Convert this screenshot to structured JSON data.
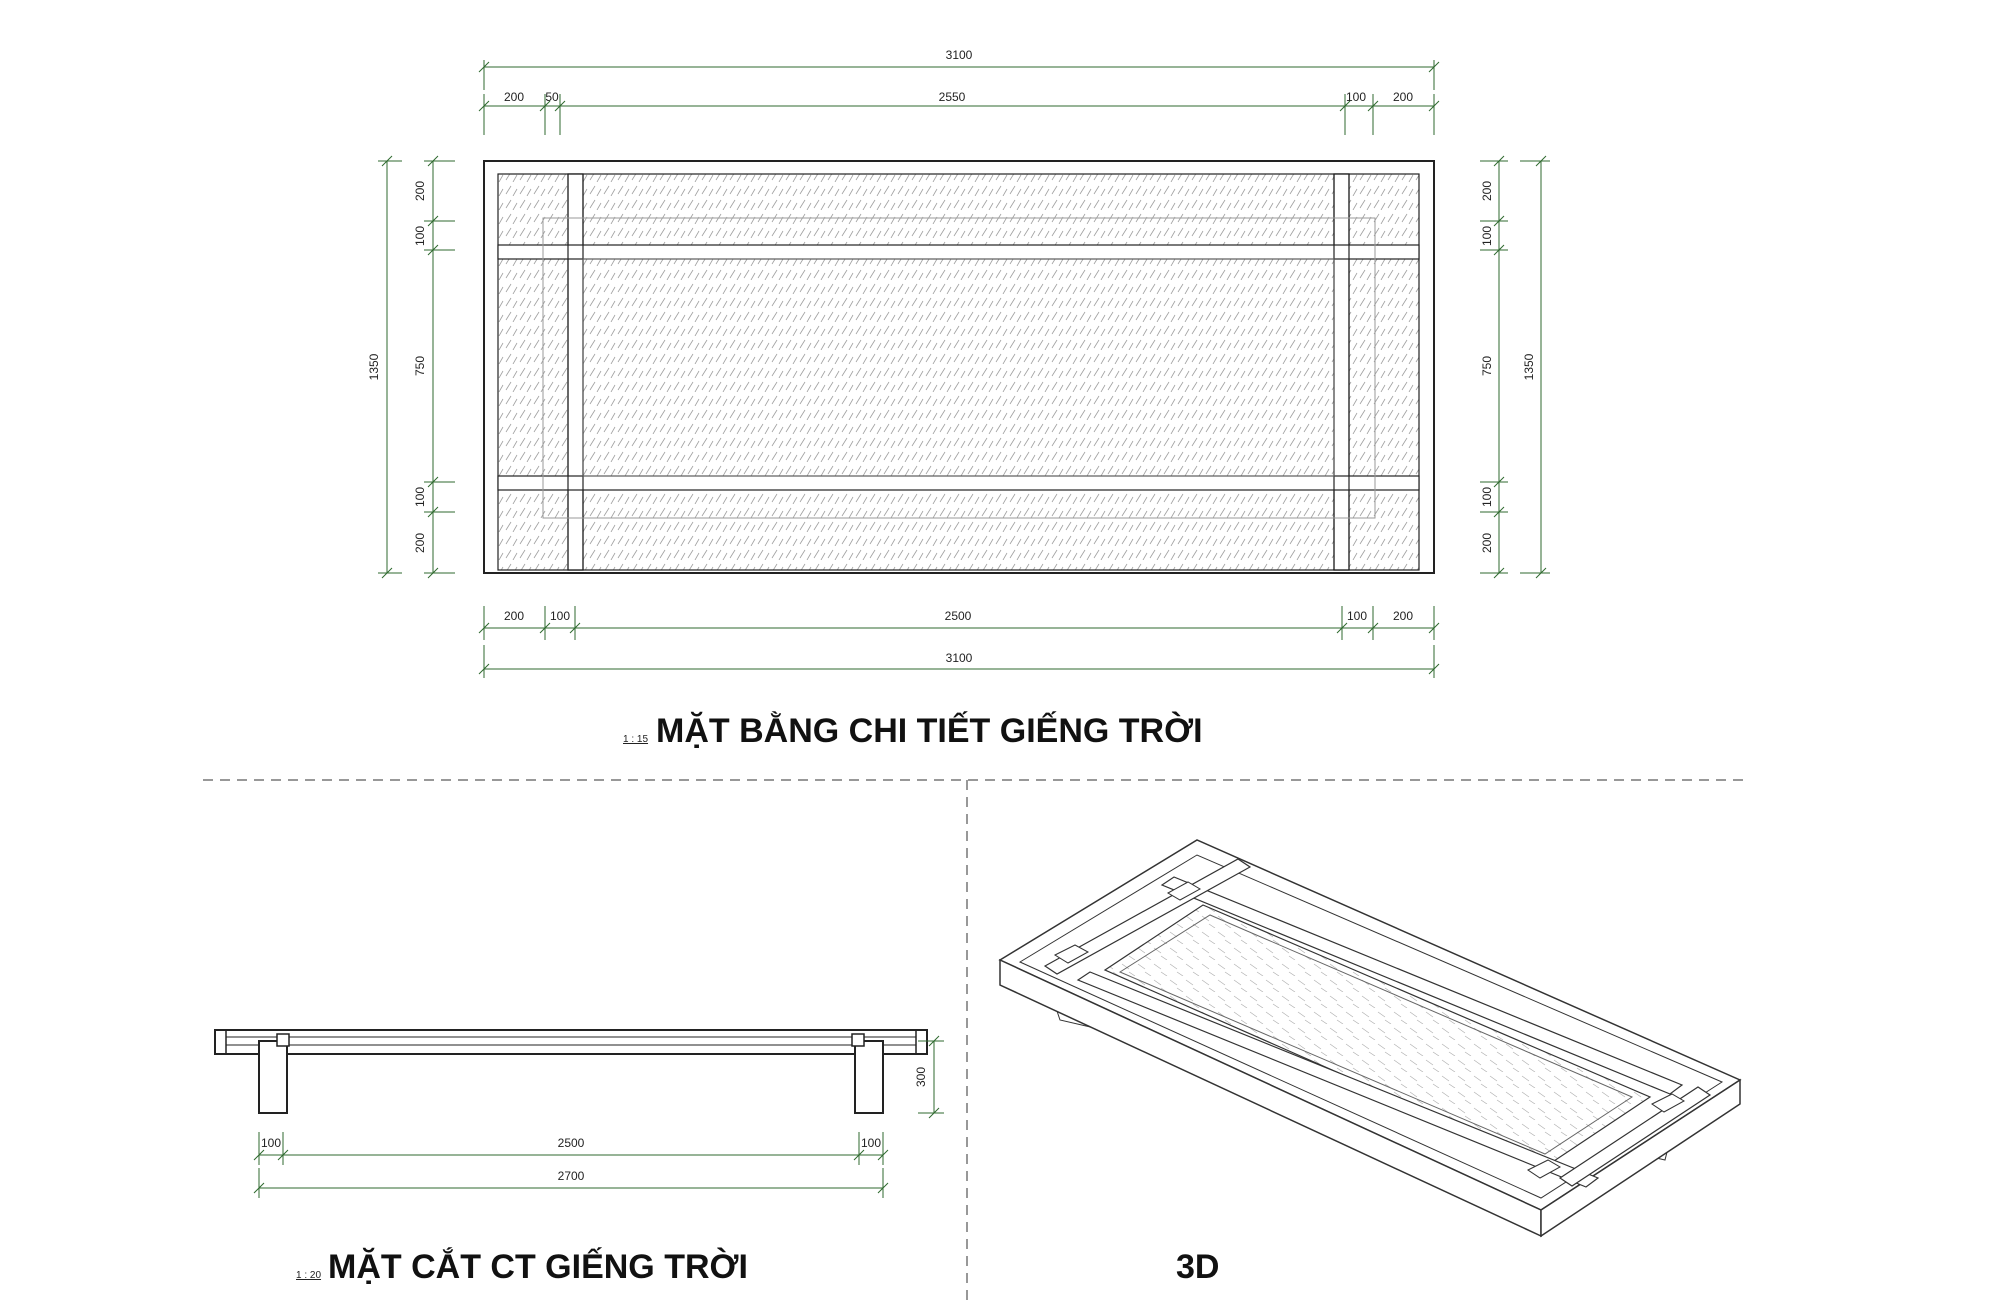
{
  "colors": {
    "dimension_line": "#2f6a2f",
    "object_line": "#222222",
    "hatch": "#9a9a9a",
    "background": "#ffffff"
  },
  "plan": {
    "title": "MẶT BẰNG CHI TIẾT GIẾNG TRỜI",
    "scale": "1 : 15",
    "top_overall": "3100",
    "top_parts": [
      "200",
      "50",
      "2550",
      "100",
      "200"
    ],
    "bottom_parts": [
      "200",
      "100",
      "2500",
      "100",
      "200"
    ],
    "bottom_overall": "3100",
    "left_overall": "1350",
    "left_parts": [
      "200",
      "100",
      "750",
      "100",
      "200"
    ],
    "right_parts": [
      "200",
      "100",
      "750",
      "100",
      "200"
    ],
    "right_overall": "1350"
  },
  "section": {
    "title": "MẶT CẮT CT GIẾNG TRỜI",
    "scale": "1 : 20",
    "height": "300",
    "parts": [
      "100",
      "2500",
      "100"
    ],
    "overall": "2700"
  },
  "view3d": {
    "title": "3D"
  }
}
